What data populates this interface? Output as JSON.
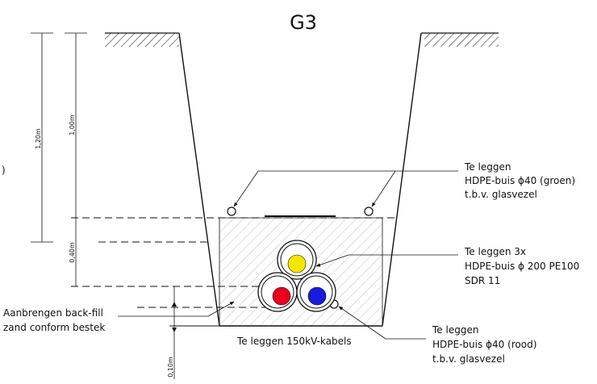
{
  "title": "G3",
  "colors": {
    "conduit_red": "#e8001c",
    "conduit_blue": "#1a1adb",
    "conduit_yellow": "#f5e600",
    "line": "#111111",
    "hatch": "#bbbbbb"
  },
  "dimensions": {
    "total_depth": "1,20m",
    "upper_depth": "1,00m",
    "bedding": "0,40m",
    "bottom": "0,10m"
  },
  "labels": {
    "fiber_green": [
      "Te leggen",
      "HDPE-buis ϕ40 (groen)",
      "t.b.v. glasvezel"
    ],
    "hdpe_main": [
      "Te leggen 3x",
      "HDPE-buis ϕ 200 PE100",
      "SDR 11"
    ],
    "backfill": [
      "Aanbrengen back-fill",
      "zand conform bestek"
    ],
    "cables": "Te leggen 150kV-kabels",
    "fiber_red": [
      "Te leggen",
      "HDPE-buis ϕ40 (rood)",
      "t.b.v. glasvezel"
    ],
    "left_edge": ")"
  }
}
